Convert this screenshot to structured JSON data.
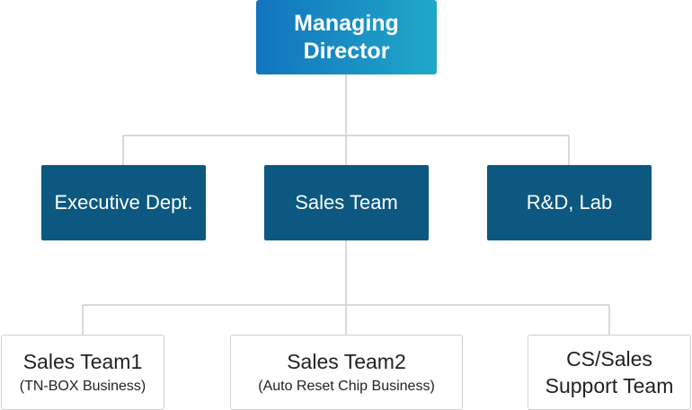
{
  "managing_director": {
    "line1": "Managing",
    "line2": "Director"
  },
  "departments": [
    {
      "label": "Executive Dept."
    },
    {
      "label": "Sales Team"
    },
    {
      "label": "R&D, Lab"
    }
  ],
  "teams": [
    {
      "name": "Sales Team1",
      "sub": "(TN-BOX Business)"
    },
    {
      "name": "Sales Team2",
      "sub": "(Auto Reset Chip Business)"
    },
    {
      "line1": "CS/Sales",
      "line2": "Support Team"
    }
  ],
  "colors": {
    "top_gradient_start": "#1274be",
    "top_gradient_end": "#1fa8c8",
    "department_fill": "#0c5880",
    "connector": "#cccccc",
    "team_border": "#cfcfcf"
  }
}
